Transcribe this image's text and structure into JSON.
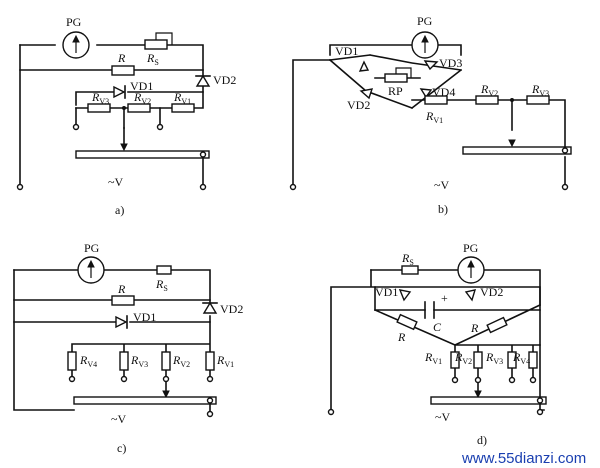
{
  "figures": {
    "a": {
      "caption": "a)",
      "meter": "PG",
      "r_s": "R",
      "r_s_sub": "S",
      "r": "R",
      "vd1": "VD1",
      "vd2": "VD2",
      "rv3": "R",
      "rv3_sub": "V3",
      "rv2": "R",
      "rv2_sub": "V2",
      "rv1": "R",
      "rv1_sub": "V1",
      "ac": "~V"
    },
    "b": {
      "caption": "b)",
      "meter": "PG",
      "vd1": "VD1",
      "vd2": "VD2",
      "vd3": "VD3",
      "vd4": "VD4",
      "rp": "RP",
      "rv1": "R",
      "rv1_sub": "V1",
      "rv2": "R",
      "rv2_sub": "V2",
      "rv3": "R",
      "rv3_sub": "V3",
      "ac": "~V"
    },
    "c": {
      "caption": "c)",
      "meter": "PG",
      "r_s": "R",
      "r_s_sub": "S",
      "r": "R",
      "vd1": "VD1",
      "vd2": "VD2",
      "rv4": "R",
      "rv4_sub": "V4",
      "rv3": "R",
      "rv3_sub": "V3",
      "rv2": "R",
      "rv2_sub": "V2",
      "rv1": "R",
      "rv1_sub": "V1",
      "ac": "~V"
    },
    "d": {
      "caption": "d)",
      "meter": "PG",
      "r_s": "R",
      "r_s_sub": "S",
      "vd1": "VD1",
      "vd2": "VD2",
      "plus": "+",
      "c": "C",
      "r_left": "R",
      "r_right": "R",
      "rv1": "R",
      "rv1_sub": "V1",
      "rv2": "R",
      "rv2_sub": "V2",
      "rv3": "R",
      "rv3_sub": "V3",
      "rv4": "R",
      "rv4_sub": "V4",
      "ac": "~V"
    }
  },
  "watermark": "www.55dianzi.com"
}
